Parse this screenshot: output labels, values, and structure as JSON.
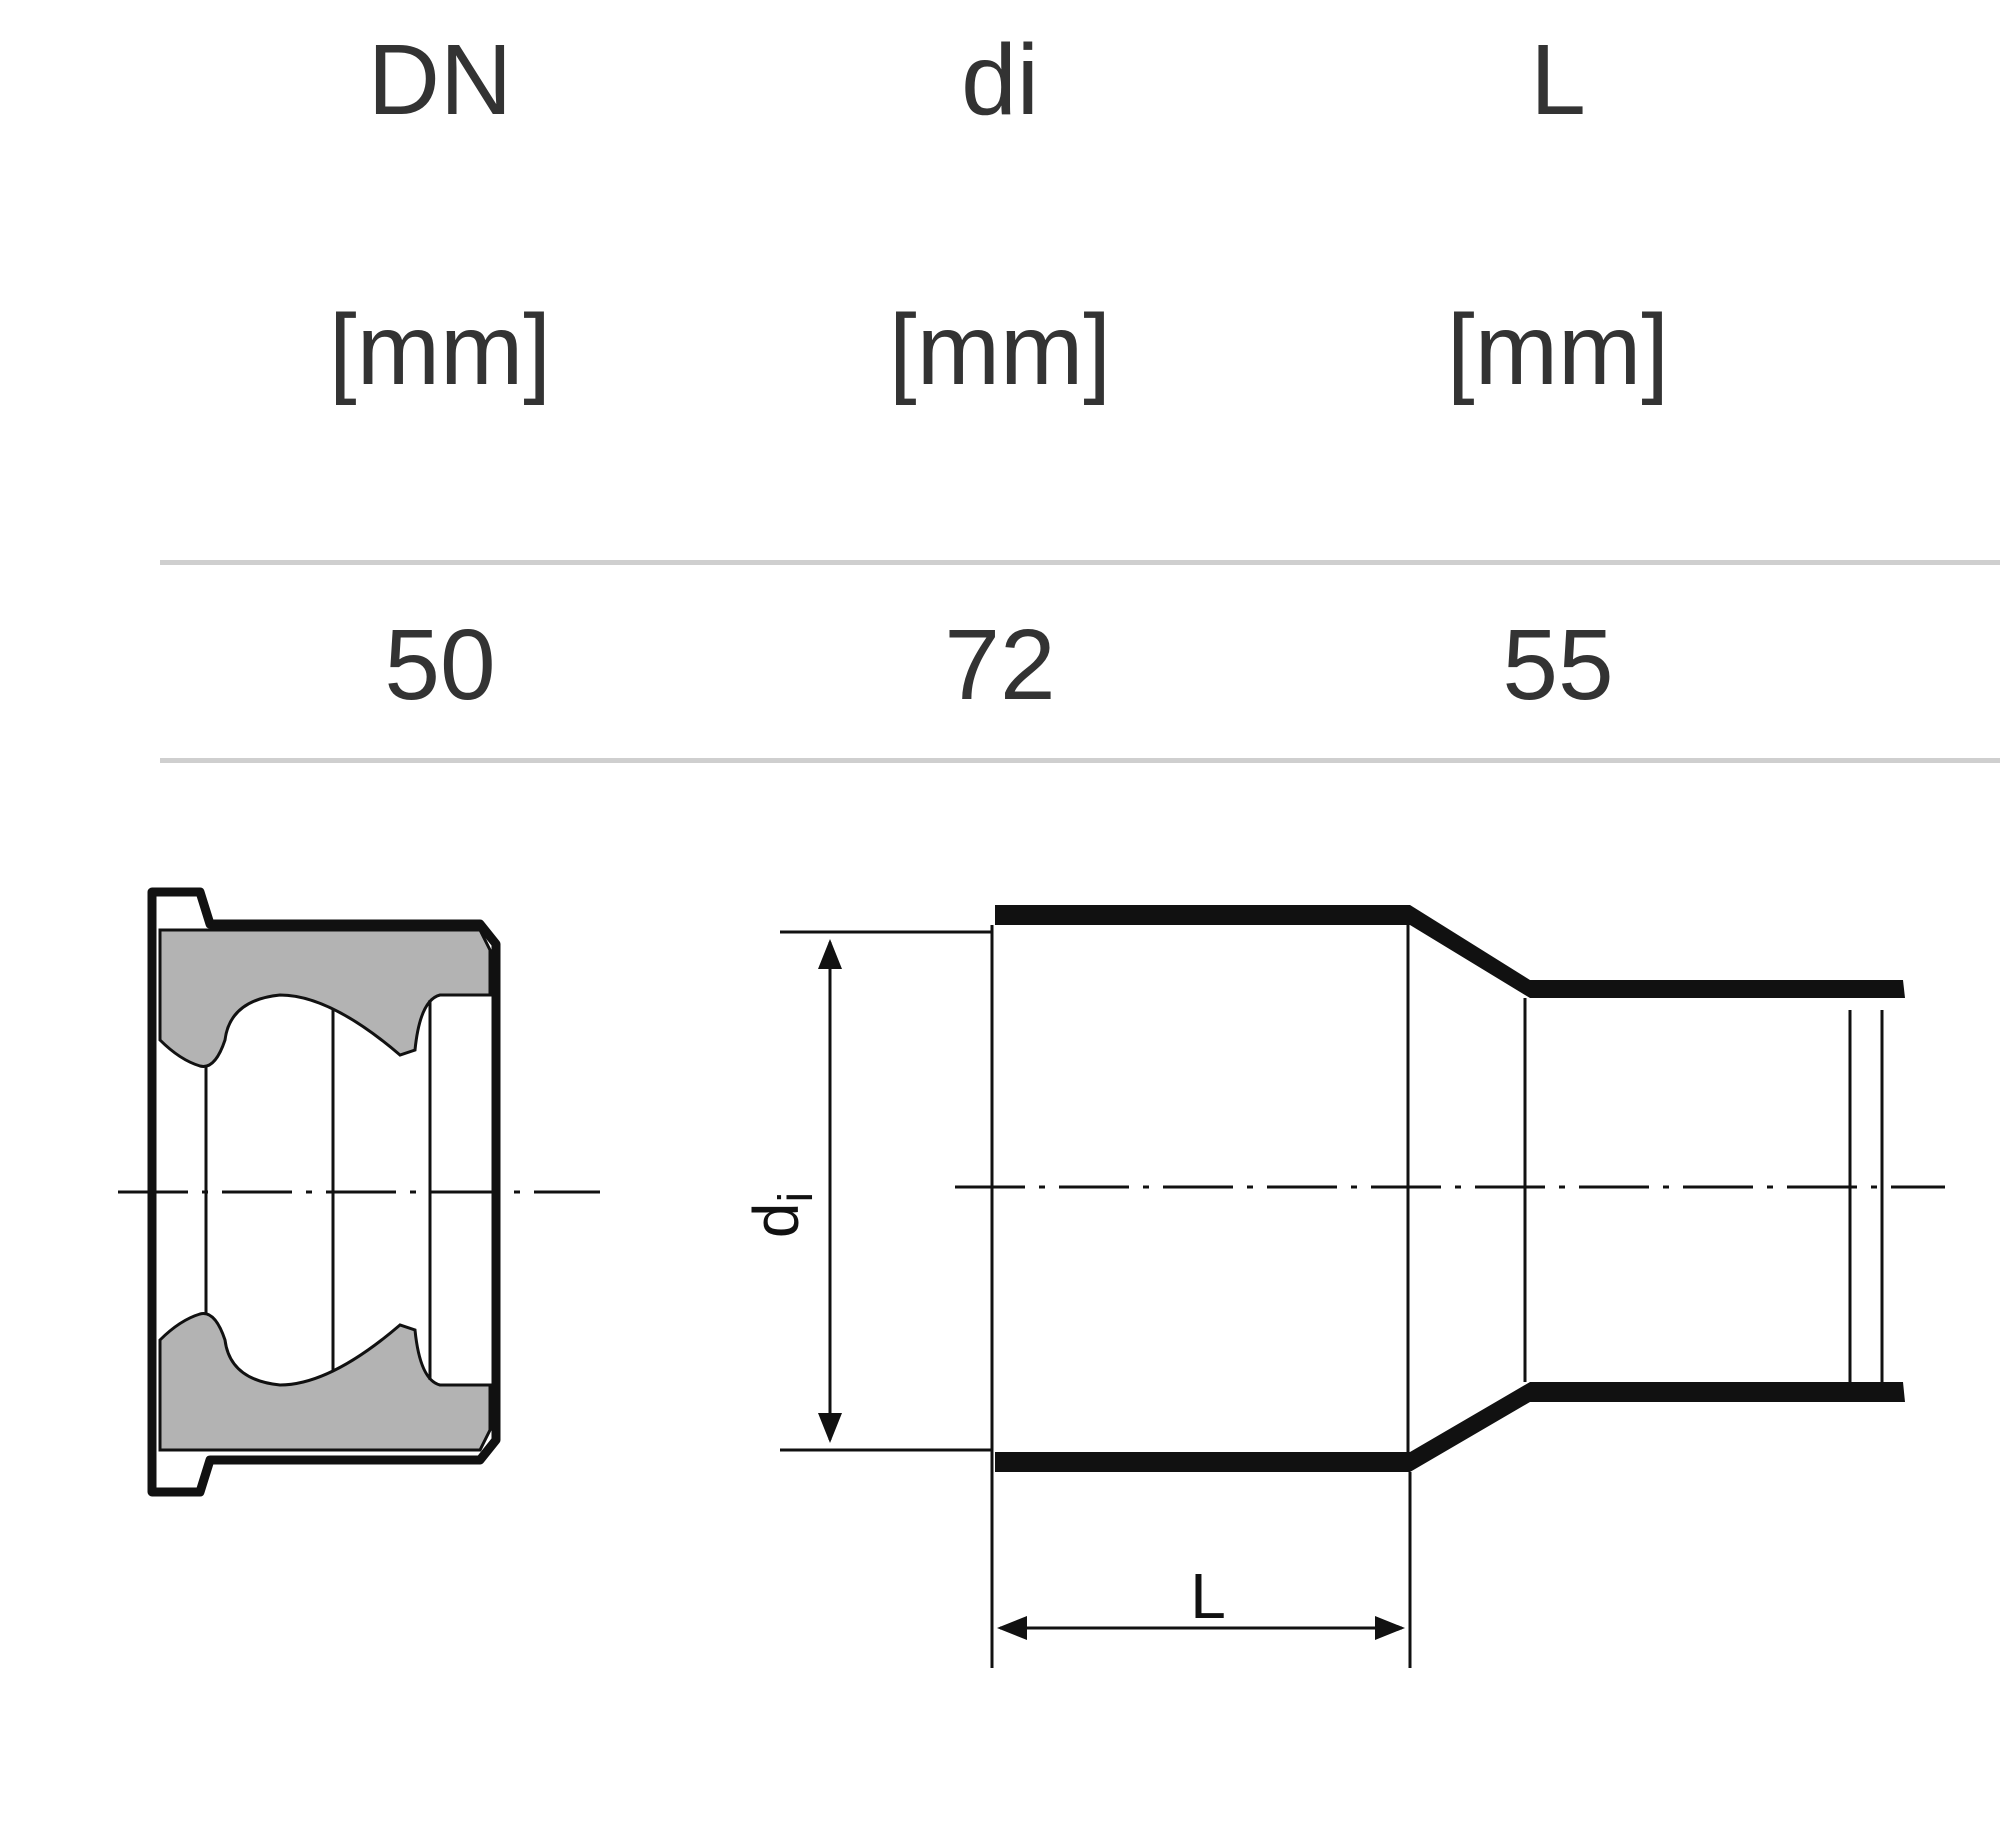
{
  "table": {
    "headers": [
      {
        "name": "DN",
        "unit": "[mm]"
      },
      {
        "name": "di",
        "unit": "[mm]"
      },
      {
        "name": "L",
        "unit": "[mm]"
      }
    ],
    "rows": [
      [
        "50",
        "72",
        "55"
      ]
    ]
  },
  "drawing": {
    "di_label_base": "d",
    "di_label_sub": "i",
    "length_label": "L",
    "colors": {
      "stroke": "#111111",
      "fill_section": "#b3b3b3"
    }
  }
}
